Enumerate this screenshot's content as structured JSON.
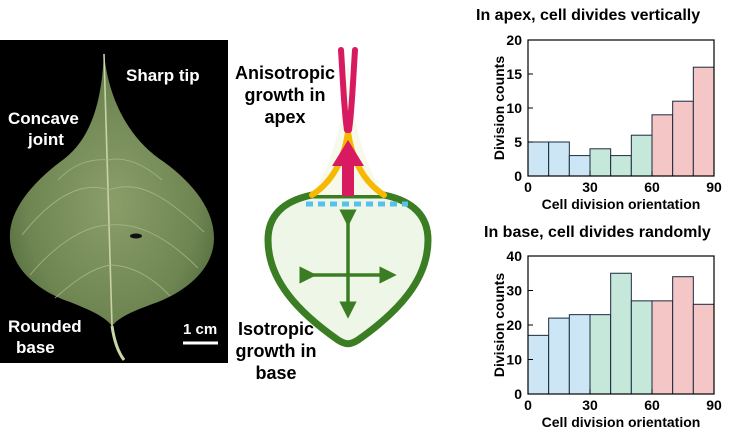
{
  "leaf_photo": {
    "labels": {
      "sharp_tip": "Sharp tip",
      "concave_joint": [
        "Concave",
        "joint"
      ],
      "rounded_base": [
        "Rounded",
        "base"
      ]
    },
    "scale_bar_label": "1 cm"
  },
  "diagram": {
    "apex_label": [
      "Anisotropic",
      "growth in",
      "apex"
    ],
    "base_label": [
      "Isotropic",
      "growth in",
      "base"
    ],
    "colors": {
      "apex_arrow": "#d81b60",
      "apex_edge": "#f6b800",
      "base_outline": "#3b7d23",
      "base_fill": "#eef6e8",
      "divider": "#57c1eb"
    }
  },
  "chart_data": [
    {
      "type": "bar",
      "title": "In apex, cell divides vertically",
      "xlabel": "Cell division orientation",
      "ylabel": "Division counts",
      "bin_edges": [
        0,
        10,
        20,
        30,
        40,
        50,
        60,
        70,
        80,
        90
      ],
      "values": [
        5,
        5,
        3,
        4,
        3,
        6,
        9,
        11,
        16
      ],
      "xlim": [
        0,
        90
      ],
      "ylim": [
        0,
        20
      ],
      "xticks": [
        "0",
        "30",
        "60",
        "90"
      ],
      "yticks": [
        "0",
        "5",
        "10",
        "15",
        "20"
      ],
      "bin_colors": [
        "#cde6f6",
        "#cde6f6",
        "#cde6f6",
        "#c5e8db",
        "#c5e8db",
        "#c5e8db",
        "#f5c6c6",
        "#f5c6c6",
        "#f5c6c6"
      ]
    },
    {
      "type": "bar",
      "title": "In base, cell divides randomly",
      "xlabel": "Cell division orientation",
      "ylabel": "Division counts",
      "bin_edges": [
        0,
        10,
        20,
        30,
        40,
        50,
        60,
        70,
        80,
        90
      ],
      "values": [
        17,
        22,
        23,
        23,
        35,
        27,
        27,
        34,
        26
      ],
      "xlim": [
        0,
        90
      ],
      "ylim": [
        0,
        40
      ],
      "xticks": [
        "0",
        "30",
        "60",
        "90"
      ],
      "yticks": [
        "0",
        "10",
        "20",
        "30",
        "40"
      ],
      "bin_colors": [
        "#cde6f6",
        "#cde6f6",
        "#cde6f6",
        "#c5e8db",
        "#c5e8db",
        "#c5e8db",
        "#f5c6c6",
        "#f5c6c6",
        "#f5c6c6"
      ]
    }
  ]
}
